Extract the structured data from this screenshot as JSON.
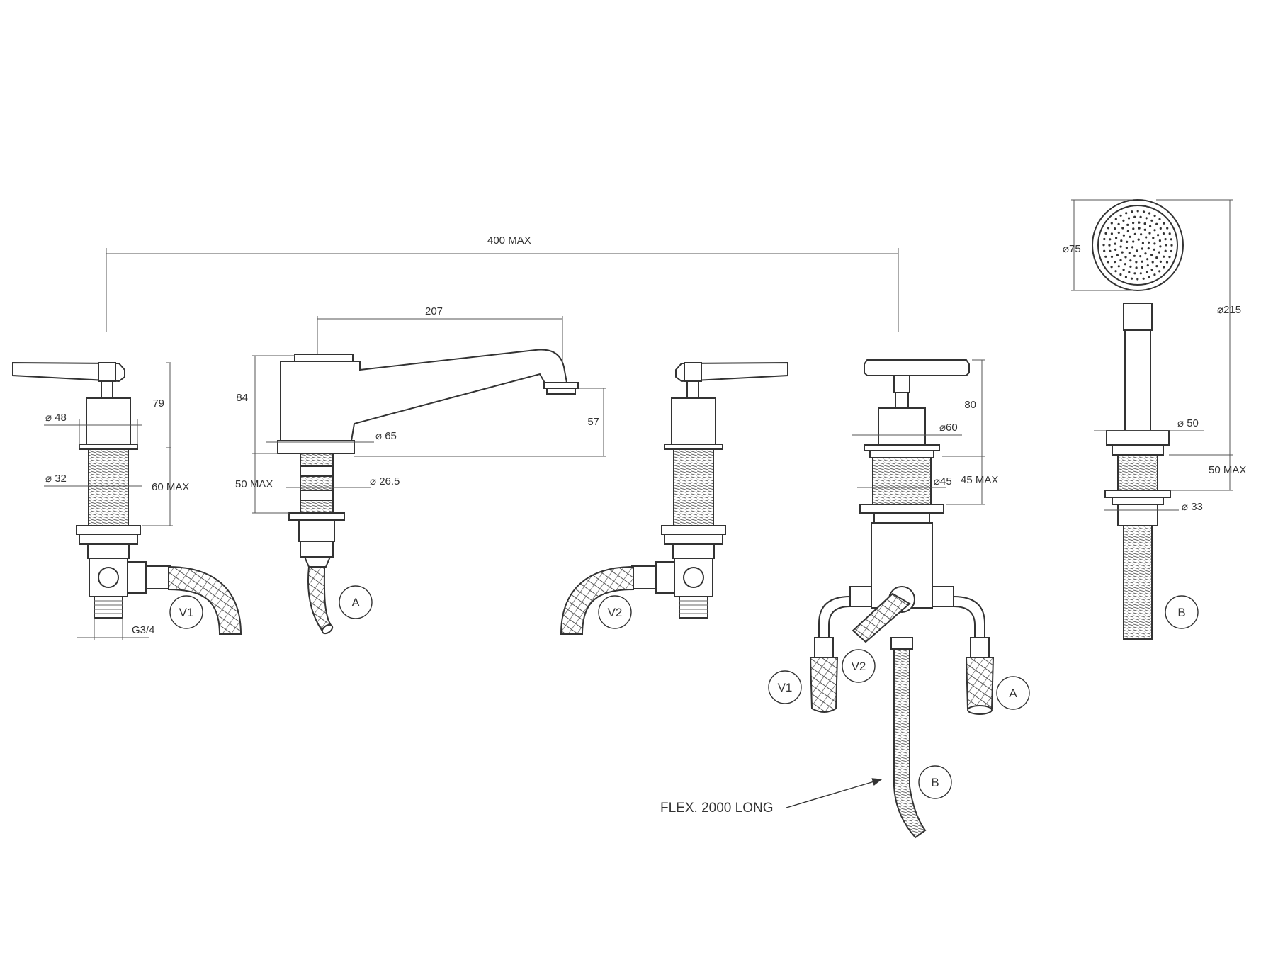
{
  "dimensions": {
    "overall_span": "400 MAX",
    "spout_reach": "207",
    "spout_body_height": "84",
    "spout_outlet_height": "57",
    "spout_base_dia": "65",
    "spout_shank_dia": "26.5",
    "spout_shank_length": "50 MAX",
    "valve_body_height": "79",
    "valve_body_dia": "48",
    "valve_shank_dia": "32",
    "valve_shank_length": "60 MAX",
    "valve_outlet_thread": "G3/4",
    "diverter_height": "80",
    "diverter_base_dia": "60",
    "diverter_shank_dia": "45",
    "diverter_shank_length": "45 MAX",
    "handshower_head_dia": "75",
    "handshower_length": "215",
    "handshower_holder_dia": "50",
    "handshower_holder_shank_length": "50 MAX",
    "handshower_holder_shank_dia": "33"
  },
  "labels": {
    "v1": "V1",
    "v2": "V2",
    "a": "A",
    "b": "B"
  },
  "notes": {
    "flex": "FLEX. 2000 LONG"
  }
}
